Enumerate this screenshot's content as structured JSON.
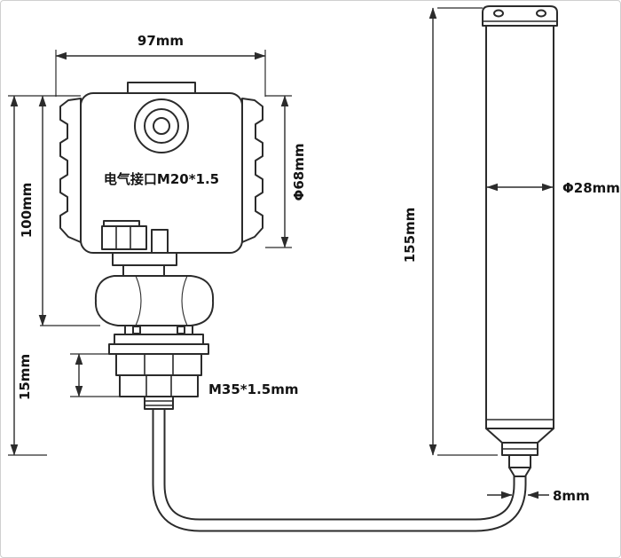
{
  "page": {
    "background": "#ffffff",
    "line_color": "#2b2b2b"
  },
  "labels": {
    "head_width": "97mm",
    "head_height": "100mm",
    "neck_thread_length": "15mm",
    "head_diameter": "Φ68mm",
    "electrical_interface": "电气接口M20*1.5",
    "mounting_thread": "M35*1.5mm",
    "probe_length": "155mm",
    "probe_diameter": "Φ28mm",
    "cable_diameter": "8mm"
  }
}
